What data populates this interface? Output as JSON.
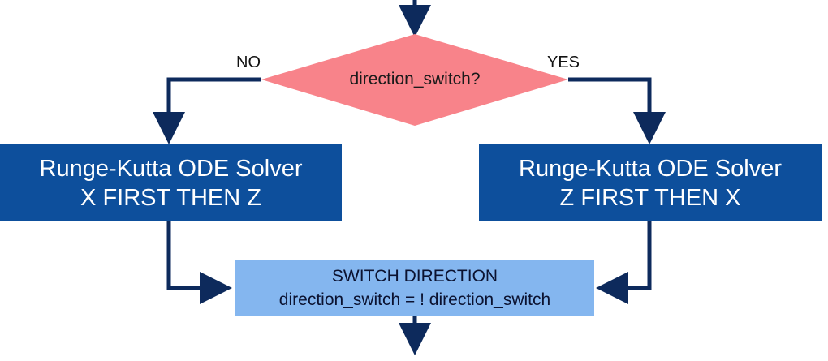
{
  "decision": {
    "text": "direction_switch?",
    "no_label": "NO",
    "yes_label": "YES"
  },
  "left_solver": {
    "line1": "Runge-Kutta ODE Solver",
    "line2": "X FIRST THEN Z"
  },
  "right_solver": {
    "line1": "Runge-Kutta ODE Solver",
    "line2": "Z FIRST THEN X"
  },
  "switch_box": {
    "line1": "SWITCH DIRECTION",
    "line2": "direction_switch = ! direction_switch"
  },
  "colors": {
    "arrow": "#0d2a5c",
    "decision_fill": "#f8838a",
    "solver_fill": "#0d4f9c",
    "switch_fill": "#84b6ef"
  }
}
